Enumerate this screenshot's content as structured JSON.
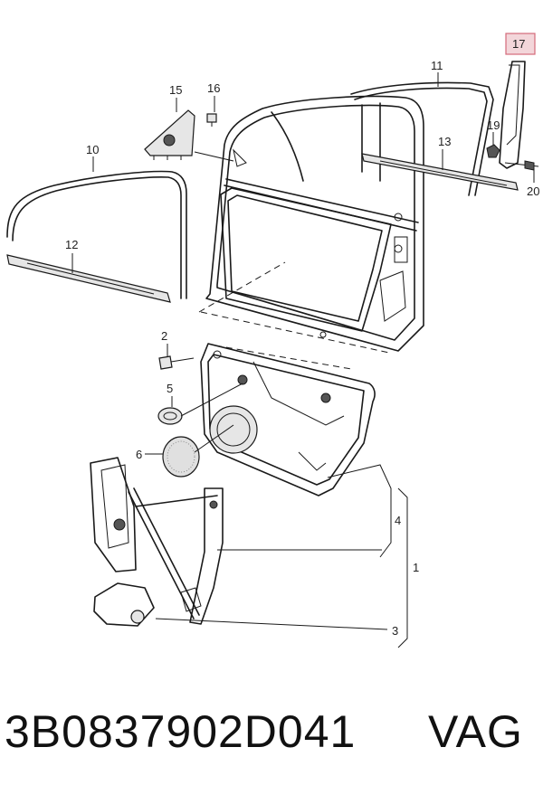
{
  "callouts": {
    "c1": "1",
    "c2": "2",
    "c3": "3",
    "c4": "4",
    "c5": "5",
    "c6": "6",
    "c10": "10",
    "c11": "11",
    "c12": "12",
    "c13": "13",
    "c15": "15",
    "c16": "16",
    "c17": "17",
    "c19": "19",
    "c20": "20"
  },
  "highlight_color": "#d46a7a",
  "footer": {
    "part_number": "3B0837902D041",
    "brand": "VAG"
  }
}
